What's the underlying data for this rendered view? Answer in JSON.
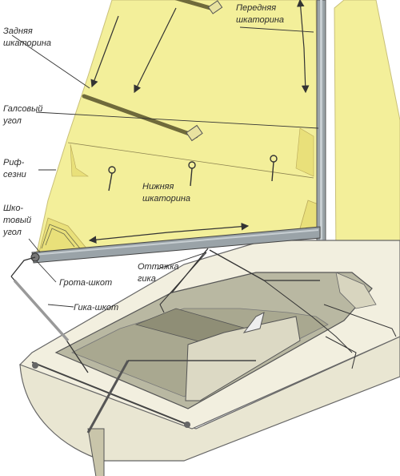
{
  "labels": {
    "leech": [
      "Задняя",
      "шкаторина"
    ],
    "luff": [
      "Передняя",
      "шкаторина"
    ],
    "tack": [
      "Галсовый",
      "угол"
    ],
    "reef_points": [
      "Риф-",
      "сезни"
    ],
    "foot": [
      "Нижняя",
      "шкаторина"
    ],
    "clew": [
      "Шко-",
      "товый",
      "угол"
    ],
    "mainsheet": "Грота-шкот",
    "boom_vang": [
      "Оттяжка",
      "гика"
    ],
    "boom_sheet": "Гика-шкот"
  },
  "colors": {
    "sail": "#f3ef9a",
    "sail_shade": "#e9e07a",
    "hull": "#e9e6d2",
    "hull_dark": "#cfc9ad",
    "deck": "#b9b8a2",
    "mast": "#9aa3a8",
    "line": "#3a3a3a"
  }
}
